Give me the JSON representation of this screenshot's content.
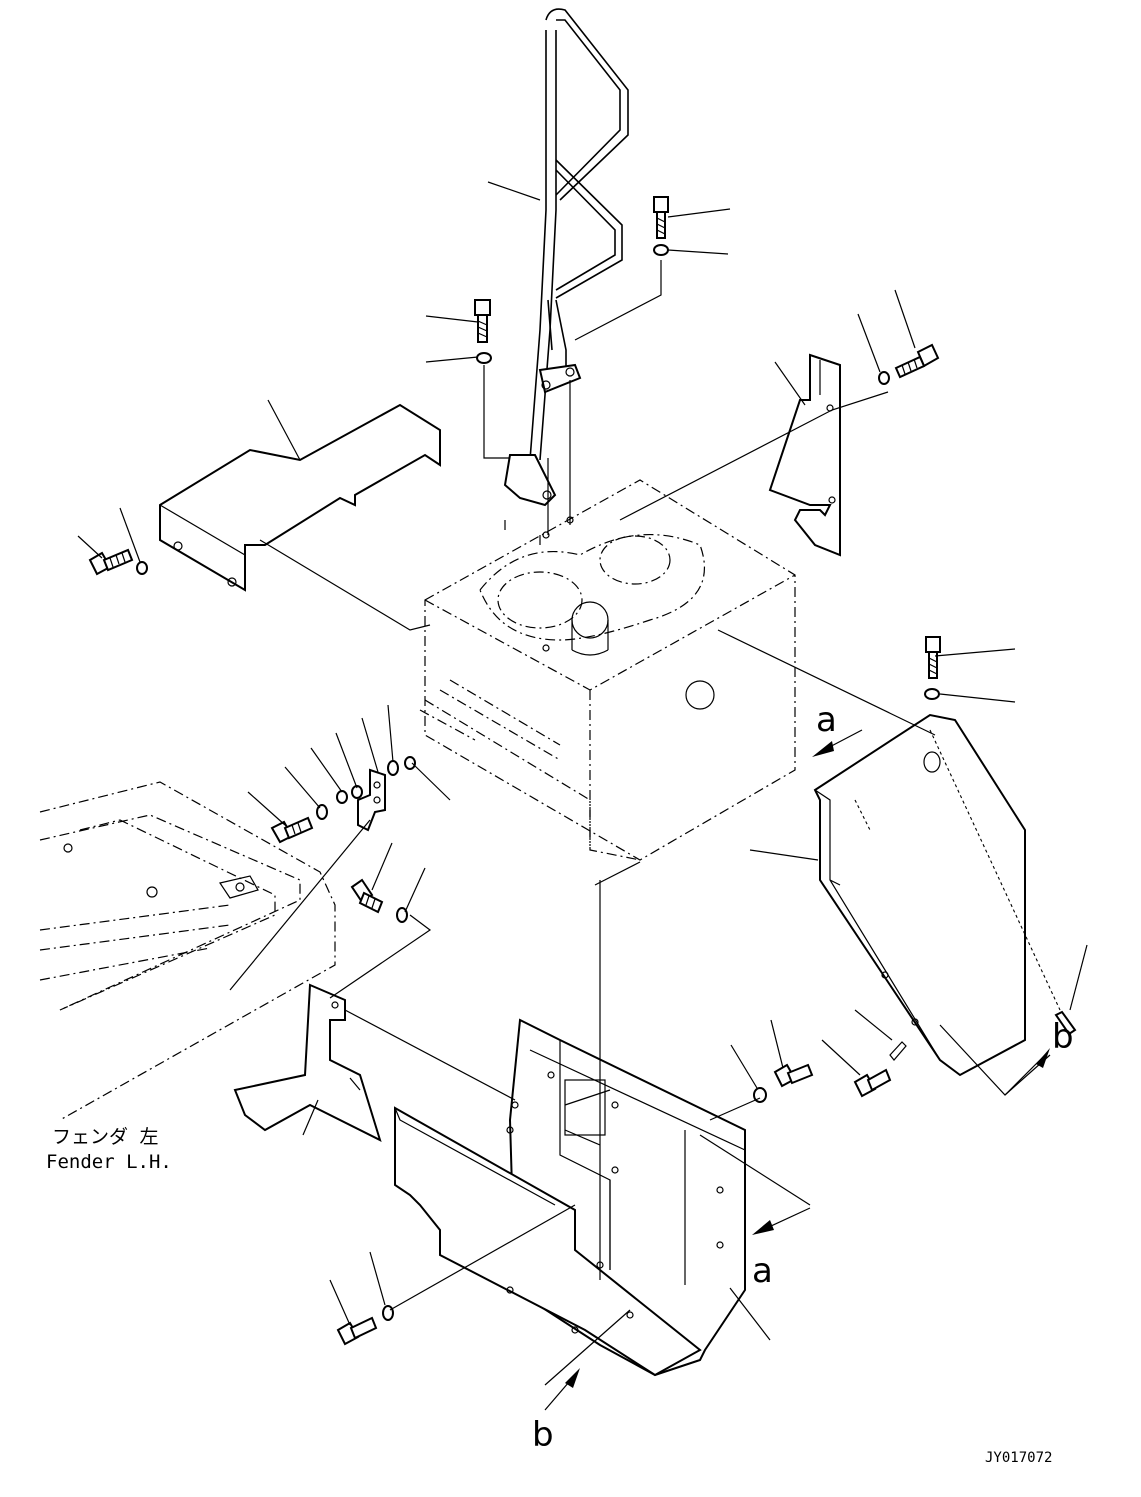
{
  "view_labels": {
    "a_top": "a",
    "a_bottom": "a",
    "b_right": "b",
    "b_bottom": "b"
  },
  "fender_label": {
    "japanese": "フェンダ 左",
    "english": "Fender L.H."
  },
  "drawing_number": "JY017072"
}
